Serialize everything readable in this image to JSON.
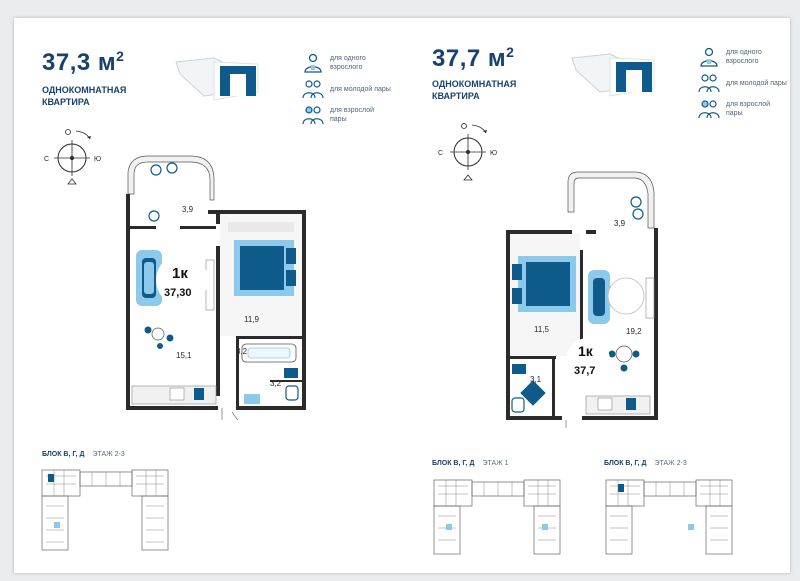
{
  "colors": {
    "brand": "#17426e",
    "accent": "#0e5a8a",
    "accent_light": "#8cc9ea",
    "wall": "#2b2b2b"
  },
  "left": {
    "area_number": "37,3 м",
    "area_sup": "2",
    "subtitle": "ОДНОКОМНАТНАЯ КВАРТИРА",
    "suitability": [
      {
        "icon": "single-adult-icon",
        "text": "для одного взрослого"
      },
      {
        "icon": "young-couple-icon",
        "text": "для молодой пары"
      },
      {
        "icon": "adult-couple-icon",
        "text": "для взрослой пары"
      }
    ],
    "compass": {
      "west": "С",
      "east": "Ю"
    },
    "rooms": [
      {
        "label": "3,9"
      },
      {
        "label": "11,9"
      },
      {
        "label": "15,1"
      },
      {
        "label": "3,2"
      },
      {
        "label": "3,2"
      }
    ],
    "badge": {
      "type": "1к",
      "area": "37,30"
    },
    "block": {
      "name": "БЛОК В, Г, Д",
      "floor": "ЭТАЖ 2-3"
    }
  },
  "right": {
    "area_number": "37,7 м",
    "area_sup": "2",
    "subtitle": "ОДНОКОМНАТНАЯ КВАРТИРА",
    "suitability": [
      {
        "icon": "single-adult-icon",
        "text": "для одного взрослого"
      },
      {
        "icon": "young-couple-icon",
        "text": "для молодой пары"
      },
      {
        "icon": "adult-couple-icon",
        "text": "для взрослой пары"
      }
    ],
    "compass": {
      "west": "С",
      "east": "Ю"
    },
    "rooms": [
      {
        "label": "3,9"
      },
      {
        "label": "11,5"
      },
      {
        "label": "19,2"
      },
      {
        "label": "3,1"
      }
    ],
    "badge": {
      "type": "1к",
      "area": "37,7"
    },
    "blocks": [
      {
        "name": "БЛОК В, Г, Д",
        "floor": "ЭТАЖ 1"
      },
      {
        "name": "БЛОК В, Г, Д",
        "floor": "ЭТАЖ 2-3"
      }
    ]
  }
}
